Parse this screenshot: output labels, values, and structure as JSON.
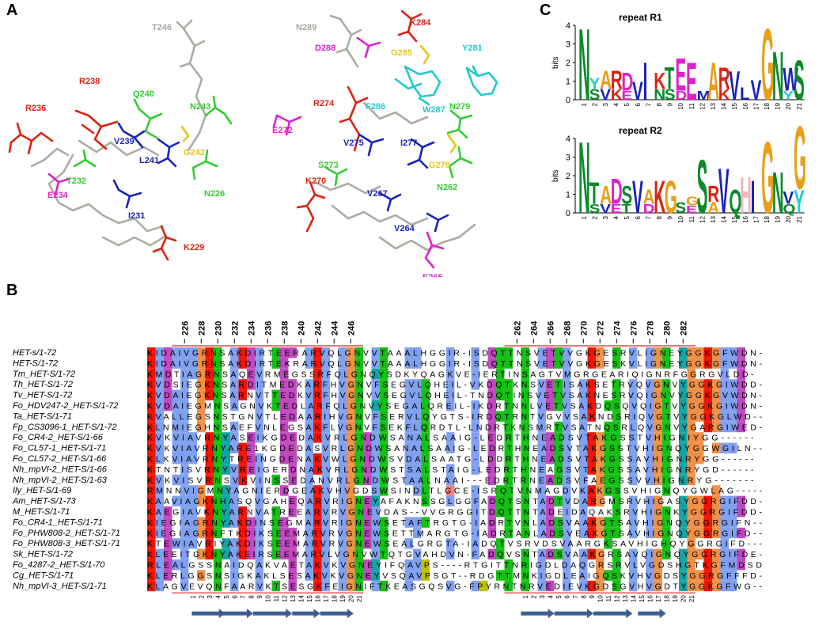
{
  "panels": {
    "a": "A",
    "b": "B",
    "c": "C"
  },
  "colors": {
    "red": "#dd2211",
    "green": "#33cc33",
    "blue": "#1a22bb",
    "magenta": "#dd22cc",
    "gray": "#aaa59e",
    "yellow": "#e6c619",
    "cyan": "#22c8cc"
  },
  "structure_left": {
    "labels": [
      {
        "text": "T246",
        "color": "gray"
      },
      {
        "text": "R238",
        "color": "red"
      },
      {
        "text": "Q240",
        "color": "green"
      },
      {
        "text": "N243",
        "color": "green"
      },
      {
        "text": "R236",
        "color": "red"
      },
      {
        "text": "G242",
        "color": "yellow"
      },
      {
        "text": "V239",
        "color": "blue"
      },
      {
        "text": "N226",
        "color": "green"
      },
      {
        "text": "L241",
        "color": "blue"
      },
      {
        "text": "T232",
        "color": "green"
      },
      {
        "text": "E234",
        "color": "magenta"
      },
      {
        "text": "I231",
        "color": "blue"
      },
      {
        "text": "K229",
        "color": "red"
      }
    ]
  },
  "structure_right": {
    "labels": [
      {
        "text": "N289",
        "color": "gray"
      },
      {
        "text": "K284",
        "color": "red"
      },
      {
        "text": "D288",
        "color": "magenta"
      },
      {
        "text": "G285",
        "color": "yellow"
      },
      {
        "text": "Y281",
        "color": "cyan"
      },
      {
        "text": "R274",
        "color": "red"
      },
      {
        "text": "F286",
        "color": "cyan"
      },
      {
        "text": "W287",
        "color": "cyan"
      },
      {
        "text": "N279",
        "color": "green"
      },
      {
        "text": "E272",
        "color": "magenta"
      },
      {
        "text": "V275",
        "color": "blue"
      },
      {
        "text": "I277",
        "color": "blue"
      },
      {
        "text": "G278",
        "color": "yellow"
      },
      {
        "text": "S273",
        "color": "green"
      },
      {
        "text": "V267",
        "color": "blue"
      },
      {
        "text": "N262",
        "color": "green"
      },
      {
        "text": "K270",
        "color": "red"
      },
      {
        "text": "V264",
        "color": "blue"
      },
      {
        "text": "E265",
        "color": "magenta"
      }
    ]
  },
  "logos": [
    {
      "title": "repeat R1",
      "ylabel": "bits",
      "ymax": 4,
      "yticks": [
        "0",
        "1",
        "2",
        "3",
        "4"
      ],
      "positions": [
        "1",
        "2",
        "3",
        "4",
        "5",
        "6",
        "7",
        "8",
        "9",
        "10",
        "11",
        "12",
        "13",
        "14",
        "15",
        "16",
        "17",
        "18",
        "19",
        "20",
        "21"
      ],
      "stacks": [
        [
          {
            "l": "N",
            "b": 4.0,
            "c": "#0a8a2a"
          }
        ],
        [
          {
            "l": "S",
            "b": 0.6,
            "c": "#0a8a2a"
          },
          {
            "l": "Y",
            "b": 0.6,
            "c": "#22cccc"
          }
        ],
        [
          {
            "l": "V",
            "b": 0.6,
            "c": "#1a22bb"
          },
          {
            "l": "A",
            "b": 1.0,
            "c": "#e6a019"
          }
        ],
        [
          {
            "l": "K",
            "b": 0.6,
            "c": "#dd2211"
          },
          {
            "l": "R",
            "b": 1.0,
            "c": "#dd2211"
          }
        ],
        [
          {
            "l": "E",
            "b": 0.5,
            "c": "#dd22cc"
          },
          {
            "l": "D",
            "b": 1.0,
            "c": "#dd22cc"
          }
        ],
        [
          {
            "l": "V",
            "b": 1.0,
            "c": "#1a22bb"
          }
        ],
        [
          {
            "l": "I",
            "b": 2.1,
            "c": "#1a22bb"
          }
        ],
        [
          {
            "l": "N",
            "b": 0.6,
            "c": "#0a8a2a"
          },
          {
            "l": "K",
            "b": 0.9,
            "c": "#dd2211"
          }
        ],
        [
          {
            "l": "S",
            "b": 0.6,
            "c": "#0a8a2a"
          },
          {
            "l": "T",
            "b": 1.2,
            "c": "#0a8a2a"
          }
        ],
        [
          {
            "l": "D",
            "b": 0.5,
            "c": "#dd22cc"
          },
          {
            "l": "E",
            "b": 1.8,
            "c": "#dd22cc"
          }
        ],
        [
          {
            "l": "E",
            "b": 2.1,
            "c": "#dd22cc"
          }
        ],
        [
          {
            "l": "M",
            "b": 0.5,
            "c": "#1a22bb"
          }
        ],
        [
          {
            "l": "A",
            "b": 2.1,
            "c": "#e6a019"
          }
        ],
        [
          {
            "l": "K",
            "b": 0.6,
            "c": "#dd2211"
          },
          {
            "l": "R",
            "b": 1.2,
            "c": "#dd2211"
          }
        ],
        [
          {
            "l": "V",
            "b": 1.6,
            "c": "#1a22bb"
          }
        ],
        [
          {
            "l": "L",
            "b": 0.7,
            "c": "#1a22bb"
          }
        ],
        [
          {
            "l": "V",
            "b": 1.1,
            "c": "#1a22bb"
          }
        ],
        [
          {
            "l": "G",
            "b": 4.0,
            "c": "#e6a019"
          }
        ],
        [
          {
            "l": "N",
            "b": 2.7,
            "c": "#0a8a2a"
          }
        ],
        [
          {
            "l": "Y",
            "b": 0.5,
            "c": "#22cccc"
          },
          {
            "l": "W",
            "b": 1.3,
            "c": "#1a22bb"
          }
        ],
        [
          {
            "l": "S",
            "b": 2.2,
            "c": "#0a8a2a"
          }
        ]
      ]
    },
    {
      "title": "repeat R2",
      "ylabel": "bits",
      "ymax": 4,
      "yticks": [
        "0",
        "1",
        "2",
        "3",
        "4"
      ],
      "positions": [
        "1",
        "2",
        "3",
        "4",
        "5",
        "6",
        "7",
        "8",
        "9",
        "10",
        "11",
        "12",
        "13",
        "14",
        "15",
        "16",
        "17",
        "18",
        "19",
        "20",
        "21"
      ],
      "stacks": [
        [
          {
            "l": "N",
            "b": 4.0,
            "c": "#0a8a2a"
          }
        ],
        [
          {
            "l": "S",
            "b": 0.5,
            "c": "#0a8a2a"
          },
          {
            "l": "T",
            "b": 1.2,
            "c": "#0a8a2a"
          }
        ],
        [
          {
            "l": "V",
            "b": 0.5,
            "c": "#1a22bb"
          },
          {
            "l": "A",
            "b": 1.0,
            "c": "#e6a019"
          }
        ],
        [
          {
            "l": "E",
            "b": 0.5,
            "c": "#dd22cc"
          },
          {
            "l": "D",
            "b": 1.4,
            "c": "#dd22cc"
          }
        ],
        [
          {
            "l": "T",
            "b": 0.5,
            "c": "#0a8a2a"
          },
          {
            "l": "S",
            "b": 1.0,
            "c": "#0a8a2a"
          }
        ],
        [
          {
            "l": "V",
            "b": 1.8,
            "c": "#1a22bb"
          }
        ],
        [
          {
            "l": "D",
            "b": 0.5,
            "c": "#dd22cc"
          },
          {
            "l": "A",
            "b": 0.8,
            "c": "#e6a019"
          }
        ],
        [
          {
            "l": "K",
            "b": 1.8,
            "c": "#dd2211"
          }
        ],
        [
          {
            "l": "G",
            "b": 1.8,
            "c": "#e6a019"
          }
        ],
        [
          {
            "l": "S",
            "b": 0.6,
            "c": "#0a8a2a"
          }
        ],
        [
          {
            "l": "E",
            "b": 0.4,
            "c": "#dd22cc"
          },
          {
            "l": "G",
            "b": 0.5,
            "c": "#e6a019"
          }
        ],
        [
          {
            "l": "S",
            "b": 3.0,
            "c": "#0a8a2a"
          }
        ],
        [
          {
            "l": "A",
            "b": 0.6,
            "c": "#e6a019"
          },
          {
            "l": "R",
            "b": 0.9,
            "c": "#dd2211"
          }
        ],
        [
          {
            "l": "V",
            "b": 2.5,
            "c": "#1a22bb"
          }
        ],
        [
          {
            "l": "Q",
            "b": 1.3,
            "c": "#0a8a2a"
          }
        ],
        [
          {
            "l": "H",
            "b": 2.0,
            "c": "#f0b8c0"
          }
        ],
        [
          {
            "l": "I",
            "b": 1.8,
            "c": "#1a22bb"
          }
        ],
        [
          {
            "l": "G",
            "b": 4.0,
            "c": "#e6a019"
          }
        ],
        [
          {
            "l": "N",
            "b": 2.3,
            "c": "#0a8a2a"
          }
        ],
        [
          {
            "l": "Q",
            "b": 0.5,
            "c": "#0a8a2a"
          },
          {
            "l": "V",
            "b": 0.7,
            "c": "#1a22bb"
          }
        ],
        [
          {
            "l": "Y",
            "b": 1.3,
            "c": "#22cccc"
          },
          {
            "l": "G",
            "b": 3.5,
            "c": "#e6a019"
          }
        ]
      ]
    }
  ],
  "alignment": {
    "numbers_top": [
      "226",
      "228",
      "230",
      "232",
      "234",
      "236",
      "238",
      "240",
      "242",
      "244",
      "246",
      "262",
      "264",
      "266",
      "268",
      "270",
      "272",
      "274",
      "276",
      "278",
      "280",
      "282"
    ],
    "repeat_numbers": [
      "1",
      "2",
      "3",
      "4",
      "5",
      "6",
      "7",
      "8",
      "9",
      "10",
      "11",
      "12",
      "13",
      "14",
      "15",
      "16",
      "17",
      "18",
      "19",
      "20",
      "21"
    ],
    "rows": [
      {
        "name": "HET-s/1-72",
        "seq": "KIDAIVGRNSAKDIRTEERARVQLGNVVTAAALHGGIR-ISDQTTNSVETVVGKGESRVLIGNEYGGKGFWDN-"
      },
      {
        "name": "HET-S/1-72",
        "seq": "KIDAIVGRNSAKDIRTEKRARVQLGNVVTAAALHGGIR-ISDQTTNSVETVVGKGESKVLIGNEYGGKGFWDN-"
      },
      {
        "name": "Tm_HET-S/1-72",
        "seq": "KMDTIAGRNSAQEVRMEGSSRFQLGNQYSDKYQAGKVE-IERTINSAGTVMGRGEARIQIGNRFGGRGVLDD-"
      },
      {
        "name": "Th_HET-S/1-72",
        "seq": "KVDSIEGKNSARDITMEDKARFHVGNVFSEGVLQHEIL-VKDQTKNSVETISAKSETRVQVGNVYGGKGIWDD-"
      },
      {
        "name": "Tv_HET-S/1-72",
        "seq": "KVDAIEGKNSARNVTTEDKVRFHVGNVVSEGVLQHEIL-TNDQTINSVETVSAKNESRVQIGNVYGGKGVWDN-"
      },
      {
        "name": "Fo_HDV247-2_HET-S/1-72",
        "seq": "KVDAIEGMNSAGNVKTEDLARFQLGNVYSEGALQREIL-IKDRTNNLVETVSAKDQSQVQIGTVYGGKGIWDN-"
      },
      {
        "name": "Ta_HET-S/1-71",
        "seq": "KVALLEGSNSTGNVTLEDAARIHVGNVFSERVLQYGTS-IRDQTRNTVGVVSAKNDSRIQVGTVYGGKGLWD--"
      },
      {
        "name": "Fp_CS3096-1_HET-S/1-72",
        "seq": "KLNMIEGHNSAEFVNLEGSAKFLVGNVFSEKFLQRDTL-LNDRTKNSMRTVSATNQSRLQVGNVYGARGIWED-"
      },
      {
        "name": "Fo_CR4-2_HET-S/1-66",
        "seq": "KVKVIAVRNYASEIKGDEDAKVRLGNDWSANALSAAIG-LEDRTHNEADSVTAKGSSTVHIGNIYGG------"
      },
      {
        "name": "Fo_CL57-1_HET-S/1-71",
        "seq": "KVKVIAVRNYARE1KGDEDASVRLGNDWSANALSAAIG-LEDRTHNEADSVTAKGSSTVHIGNQYGGWGILN--"
      },
      {
        "name": "Fo_CL57-2_HET-S/1-66",
        "seq": "KLKVIAVRNYTREINGDENAKVWLGNDWSVDALSAATG-LDDRTHNEADSVTAKGSSAVHIGNRYGG------"
      },
      {
        "name": "Nh_mpVI-2_HET-S/1-66",
        "seq": "KTNTISVRNYVREIGERDNAKVRLGNDWSTSALSTAIG-LEDRTHNEAGSVTAKGSSAVHIGNRYGD------"
      },
      {
        "name": "Nh_mpVI-2_HET-S/1-63",
        "seq": "KVKVISVRNSVKVINSSEDANVRLGNDWSTAALNAAI---EDRTRNEADSVFAEGSSVVHIGNRYG-------"
      },
      {
        "name": "Ily_HET-S/1-69",
        "seq": "RMNNVIGMNYAGNIERDGEAKVHVGDSWSINDLTLGCE-ISRQTVNMAGDVKAKGSSVHIGNQYGWLAG-----"
      },
      {
        "name": "Am_HET-S/1-73",
        "seq": "KAAVIAGKNHASQVGAHEQARVRIGNEYAFAKNSSGLGGFADQTSNTADTVDARGMSRVHIGASYGGRGIFDD-"
      },
      {
        "name": "M_HET-S/1-71",
        "seq": "KAEGIAVKNYARNVATREEARVRVGNEVDAS--VVGRGGITDQTTNTADEIDAQAKSRVHIGNKYGGRGIFDD-"
      },
      {
        "name": "Fo_CR4-1_HET-S/1-71",
        "seq": "KIEGIAGRNYAKDINSEGMARVRIGNEWSETAFTRGTG-IADRTVNLADSVAAKGTSAVHIGNQYGGRGIFN--"
      },
      {
        "name": "Fo_PHW808-2_HET-S/1-71",
        "seq": "KIEGIAGRNFTKDIKSEEMARVRVGNEWSETTMARGTG-IADRTANLADSVEAKGTSAVHIGNQYGGRGIFD--"
      },
      {
        "name": "Fo_PHW808-3_HET-S/1-71",
        "seq": "KTEWIAVRIYAKDIKSEEMARVRVGNEWSEALGRGTA-IADQTVSRVDSVAARGKSAVHIGHQYGGRGIFD---"
      },
      {
        "name": "Sk_HET-S/1-72",
        "seq": "KLEEITGKNYAKEIRSEEMARVLVGNVWTQTGVAHDVN-FADQVSNTADSVAAKGRSAVQIGNQYGGRGIFDE-"
      },
      {
        "name": "Fo_4287-2_HET-S/1-70",
        "seq": "RLEALGSSNAIDQAKVAETAKVKVGNEYIFQAVPS----RTGITTNRIGDLDAQGRSRVLVGDSHGTKGFMDSD"
      },
      {
        "name": "Cg_HET-S/1-71",
        "seq": "KLERLGGSNSIGKAKLSESAKVKVGNEYVSQAVPSGT--RDGTTMNKIGDLEAIGQSKVHVGDSYGGRGFFFD-"
      },
      {
        "name": "Nh_mpVI-3_HET-S/1-71",
        "seq": "KLAGVEVQNFAARVKTSESGKFEIGNIFTKEASGQSVG-FPYRNTNRVEDIEVKGDSGVHVGDTYGGKGFWG--"
      }
    ]
  }
}
